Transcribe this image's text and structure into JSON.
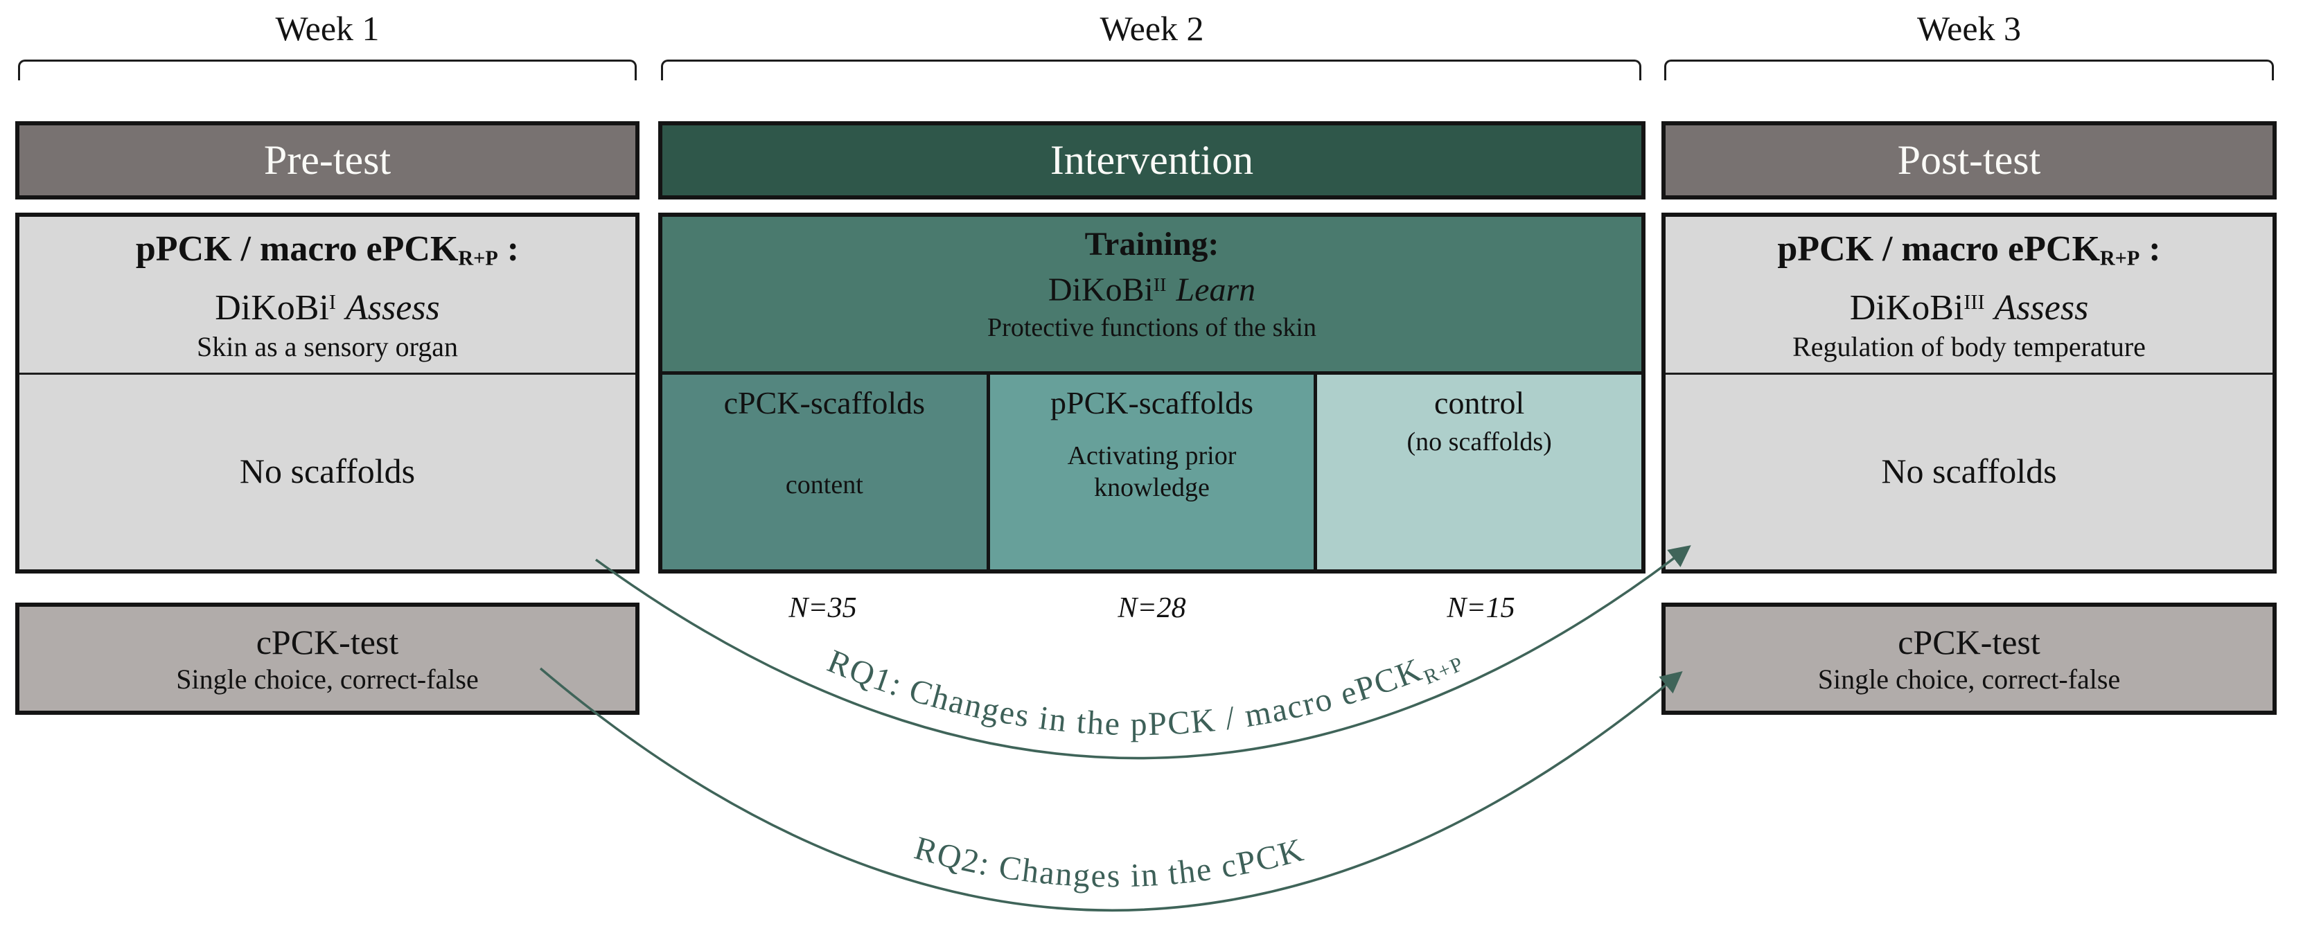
{
  "weeks": [
    {
      "label": "Week 1"
    },
    {
      "label": "Week 2"
    },
    {
      "label": "Week 3"
    }
  ],
  "phases": {
    "pretest": {
      "header": "Pre-test",
      "title_main": "pPCK / macro ePCK",
      "title_sub": "R+P",
      "title_suffix": " :",
      "instrument": "DiKoBi",
      "instrument_sup": "I",
      "instrument_mode": "Assess",
      "topic": "Skin as a sensory organ",
      "scaffolds": "No scaffolds",
      "test_title": "cPCK-test",
      "test_subtitle": "Single choice, correct-false"
    },
    "intervention": {
      "header": "Intervention",
      "training_title": "Training:",
      "instrument": "DiKoBi",
      "instrument_sup": "II",
      "instrument_mode": "Learn",
      "topic": "Protective functions of the skin",
      "groups": [
        {
          "name": "cPCK-scaffolds",
          "detail": "content",
          "n": "N=35"
        },
        {
          "name": "pPCK-scaffolds",
          "detail": "Activating prior knowledge",
          "n": "N=28"
        },
        {
          "name": "control",
          "detail": "(no scaffolds)",
          "n": "N=15"
        }
      ]
    },
    "posttest": {
      "header": "Post-test",
      "title_main": "pPCK / macro ePCK",
      "title_sub": "R+P",
      "title_suffix": " :",
      "instrument": "DiKoBi",
      "instrument_sup": "III",
      "instrument_mode": "Assess",
      "topic": "Regulation of body temperature",
      "scaffolds": "No scaffolds",
      "test_title": "cPCK-test",
      "test_subtitle": "Single choice, correct-false"
    }
  },
  "research_questions": {
    "rq1_label": "RQ1: Changes in the pPCK / macro ePCK",
    "rq1_sub": "R+P",
    "rq2_label": "RQ2: Changes in the cPCK"
  },
  "colors": {
    "header_gray": "#787271",
    "intervention_green": "#2f574a",
    "training_teal": "#4a7a6e",
    "cpck_column_teal": "#54867f",
    "ppck_column_teal": "#67a09a",
    "control_column_teal": "#aecfcb",
    "light_gray_box": "#d8d8d8",
    "test_box_gray": "#b1acaa",
    "border_black": "#141414",
    "arrow_green": "#3f6459"
  }
}
